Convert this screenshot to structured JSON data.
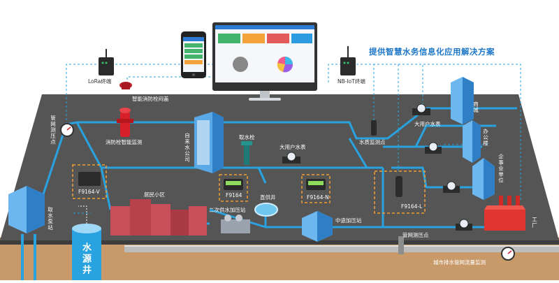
{
  "headline": "提供智慧水务信息化应用解决方案",
  "labels": {
    "lora": "LoRa终端",
    "nbiot": "NB-IoT终端",
    "smart_hydrant_cover": "智能消防栓闷盖",
    "hydrant_monitor": "消防栓智能监测",
    "pipe_pressure_point": "管网测压点",
    "water_company": "自来水公司",
    "water_intake": "取水栓",
    "big_user_meter_1": "大用户水表",
    "quality_point": "水质监测点",
    "big_user_meter_2": "大用户水表",
    "mall": "商城",
    "office": "办公楼",
    "enterprise": "企事业单位",
    "factory": "工厂",
    "f9164v": "F9164-V",
    "f9164": "F9164",
    "f9164n": "F9164-N",
    "f9164l": "F9164-L",
    "residential": "居民小区",
    "secondary_station": "二次供水加压站",
    "direct_well": "直供井",
    "mid_station": "中途加压站",
    "pump_station": "取水泵站",
    "water_source": "水源井",
    "pipe_point_bottom": "管网测压点",
    "drain_flow": "城市排水管网流量监测"
  },
  "dashboard": {
    "cards": [
      "",
      "",
      "",
      ""
    ]
  },
  "colors": {
    "ground": "#555555",
    "pipe": "#29a3e0",
    "dashed_box": "#f0a030",
    "headline": "#1f78c8",
    "soil": "#c89a6a"
  }
}
